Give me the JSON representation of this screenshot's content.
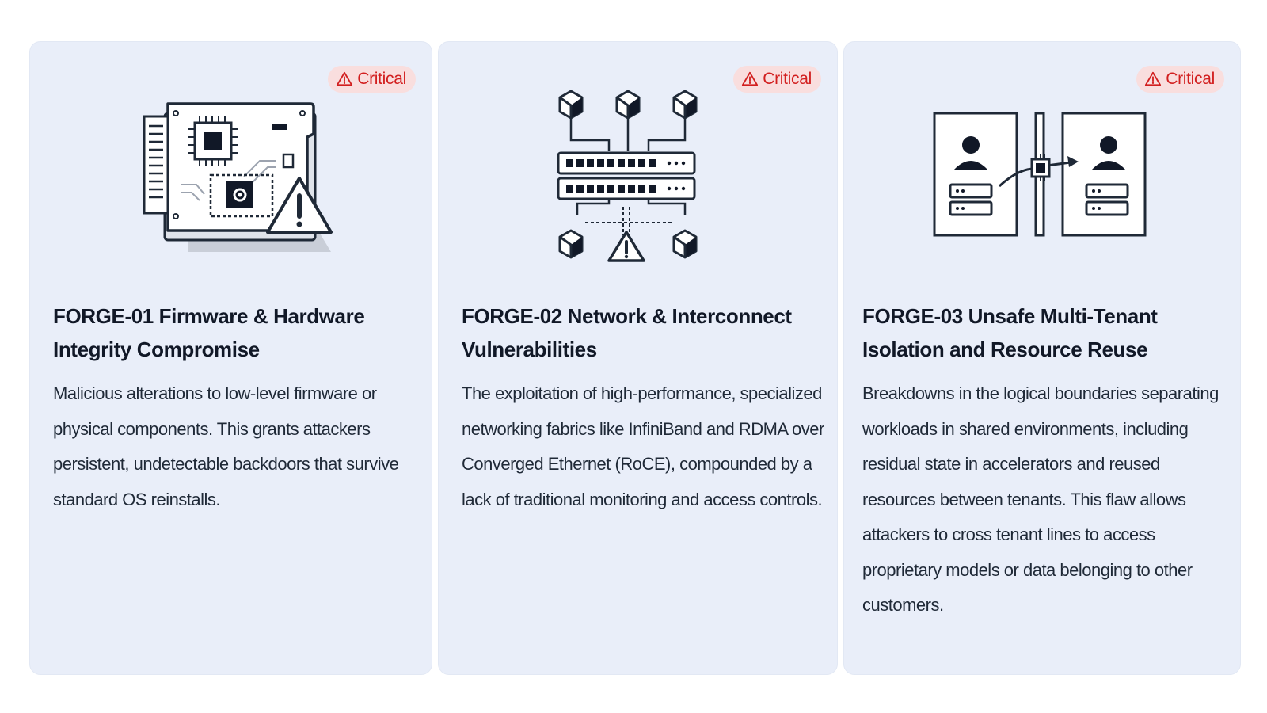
{
  "cards": [
    {
      "badge": "Critical",
      "icon": "compromised-circuit-board",
      "title": "FORGE-01 Firmware & Hardware Integrity Compromise",
      "description": "Malicious alterations to low-level firmware or physical components. This grants attackers persistent, undetectable backdoors that survive standard OS reinstalls."
    },
    {
      "badge": "Critical",
      "icon": "network-switch-vulnerability",
      "title": "FORGE-02 Network & Interconnect Vulnerabilities",
      "description": "The exploitation of high-performance, specialized networking fabrics like InfiniBand and RDMA over Converged Ethernet (RoCE), compounded by a lack of traditional monitoring and access controls."
    },
    {
      "badge": "Critical",
      "icon": "tenant-isolation-breach",
      "title": "FORGE-03 Unsafe Multi-Tenant Isolation and Resource Reuse",
      "description": "Breakdowns in the logical boundaries separating workloads in shared environments, including residual state in accelerators and reused resources between tenants. This flaw allows attackers to cross tenant lines to access proprietary models or data belonging to other customers."
    }
  ],
  "colors": {
    "card_bg": "#e9eef9",
    "badge_bg": "#f9dede",
    "badge_text": "#d21f1f",
    "ink": "#111827"
  }
}
